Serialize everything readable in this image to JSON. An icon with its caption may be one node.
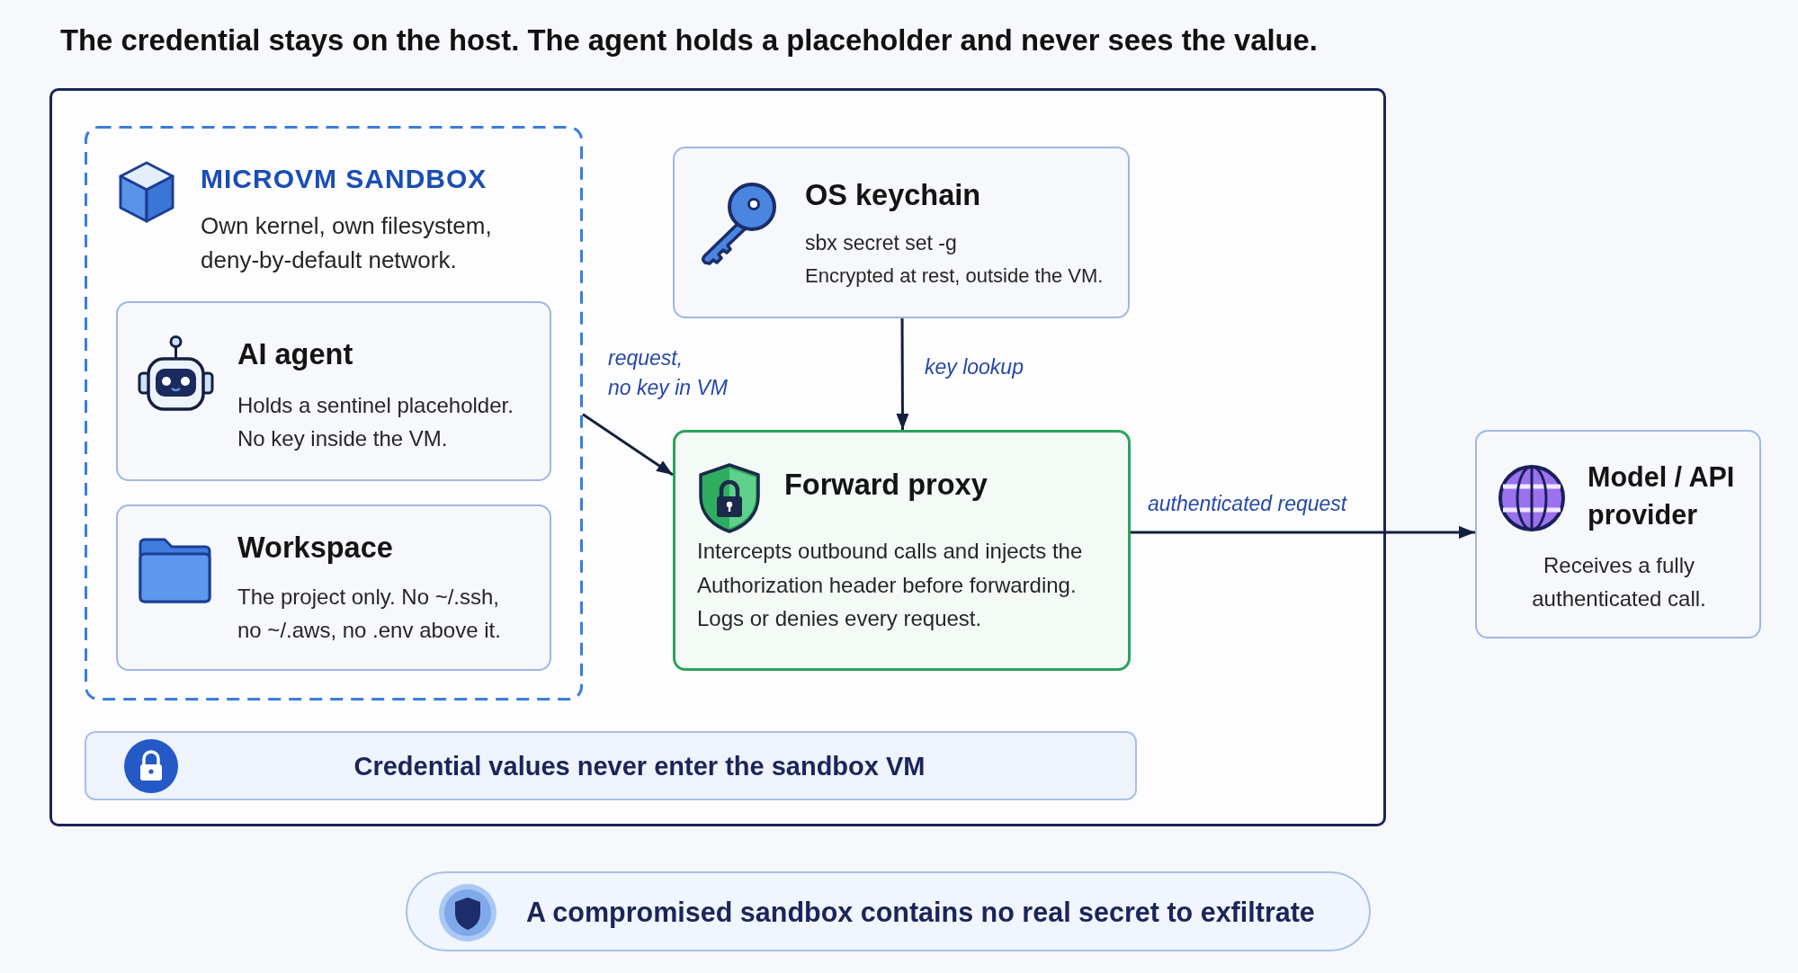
{
  "diagram": {
    "title": "The credential stays on the host. The agent holds a placeholder and never sees the value.",
    "nodes": [
      {
        "text": [],
        "shape": "box"
      },
      {
        "text": [
          "MICROVM SANDBOX",
          "Own kernel, own filesystem, deny-by-default network."
        ],
        "in": 0
      },
      {
        "text": [
          "AI agent",
          "Holds a sentinel placeholder. No key inside the VM."
        ],
        "in": 1
      },
      {
        "text": [
          "Workspace",
          "The project only. No ~/.ssh, no ~/.aws, no .env above it."
        ],
        "in": 1
      },
      {
        "text": [
          "OS keychain",
          "sbx secret set -g",
          "Encrypted at rest, outside the VM."
        ],
        "in": 0
      },
      {
        "text": [
          "Forward proxy",
          "Intercepts outbound calls and injects the Authorization header before forwarding. Logs or denies every request."
        ],
        "in": 0
      },
      {
        "text": [
          "Credential values never enter the sandbox VM"
        ],
        "in": 0
      },
      {
        "text": [
          "Model / API provider",
          "Receives a fully authenticated call."
        ]
      },
      {
        "text": [
          "A compromised sandbox contains no real secret to exfiltrate"
        ]
      }
    ],
    "edges": [
      {
        "from": 1,
        "to": 5,
        "arrow": "to",
        "label": "request, no key in VM"
      },
      {
        "from": 4,
        "to": 5,
        "arrow": "to",
        "label": "key lookup"
      },
      {
        "from": 5,
        "to": 7,
        "arrow": "to",
        "label": "authenticated request"
      }
    ]
  }
}
